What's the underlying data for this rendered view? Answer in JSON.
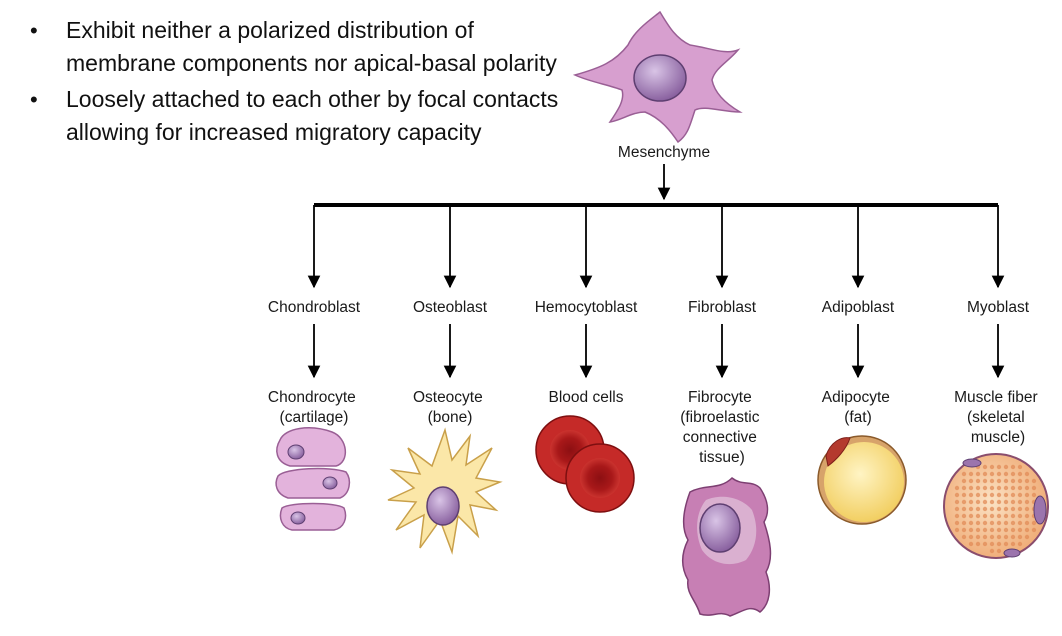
{
  "bullets": [
    {
      "text": "Exhibit neither a polarized distribution of membrane components nor apical-basal polarity"
    },
    {
      "text": "Loosely attached to each other by focal contacts allowing for increased migratory capacity"
    }
  ],
  "bullet_glyph": "•",
  "diagram": {
    "root": {
      "label": "Mesenchyme",
      "icon": "mesenchyme-cell-icon"
    },
    "branches": [
      {
        "blast": "Chondroblast",
        "cell_lines": [
          "Chondrocyte",
          "(cartilage)"
        ],
        "icon": "chondrocyte-cells-icon"
      },
      {
        "blast": "Osteoblast",
        "cell_lines": [
          "Osteocyte",
          "(bone)"
        ],
        "icon": "osteocyte-cell-icon"
      },
      {
        "blast": "Hemocytoblast",
        "cell_lines": [
          "Blood cells"
        ],
        "icon": "red-blood-cells-icon"
      },
      {
        "blast": "Fibroblast",
        "cell_lines": [
          "Fibrocyte",
          "(fibroelastic",
          "connective",
          "tissue)"
        ],
        "icon": "fibrocyte-cell-icon"
      },
      {
        "blast": "Adipoblast",
        "cell_lines": [
          "Adipocyte",
          "(fat)"
        ],
        "icon": "adipocyte-cell-icon"
      },
      {
        "blast": "Myoblast",
        "cell_lines": [
          "Muscle fiber",
          "(skeletal",
          "muscle)"
        ],
        "icon": "muscle-fiber-icon"
      }
    ],
    "colors": {
      "line": "#000000",
      "cell_pink": "#d79fcf",
      "nucleus": "#9b74ad",
      "bone_cell": "#fbe7a8",
      "blood": "#b91f1f",
      "fat": "#fbe38e",
      "muscle": "#f6c9a0"
    }
  }
}
